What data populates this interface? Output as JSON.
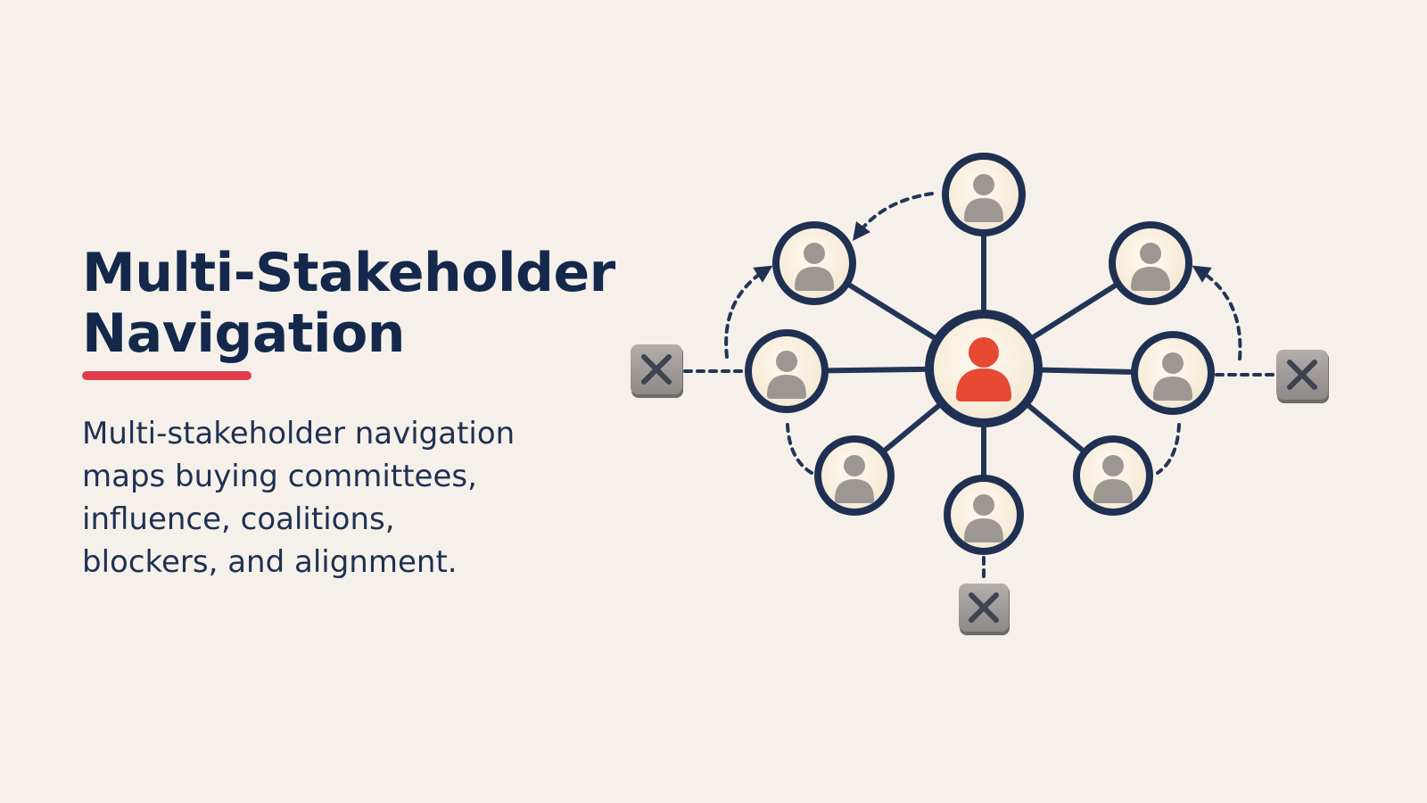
{
  "slide": {
    "title_line1": "Multi-Stakeholder",
    "title_line2": "Navigation",
    "description": "Multi-stakeholder navigation maps buying committees, influence, coalitions, blockers, and alignment."
  },
  "colors": {
    "background": "#f5f1ea",
    "navy": "#14284b",
    "accent": "#e03c4c",
    "central_person": "#e64a33",
    "stakeholder_person": "#9d9794",
    "node_fill": "#fbf2e3",
    "blocker_fill": "#a29d9a"
  },
  "diagram": {
    "central_node": {
      "icon": "person-icon",
      "highlight": true
    },
    "stakeholders": [
      {
        "id": "top",
        "icon": "person-icon"
      },
      {
        "id": "upper-left",
        "icon": "person-icon"
      },
      {
        "id": "upper-right",
        "icon": "person-icon"
      },
      {
        "id": "left",
        "icon": "person-icon"
      },
      {
        "id": "right",
        "icon": "person-icon"
      },
      {
        "id": "lower-left",
        "icon": "person-icon"
      },
      {
        "id": "lower-right",
        "icon": "person-icon"
      },
      {
        "id": "bottom",
        "icon": "person-icon"
      }
    ],
    "blockers": [
      {
        "id": "left",
        "icon": "x-icon"
      },
      {
        "id": "right",
        "icon": "x-icon"
      },
      {
        "id": "bottom",
        "icon": "x-icon"
      }
    ]
  }
}
